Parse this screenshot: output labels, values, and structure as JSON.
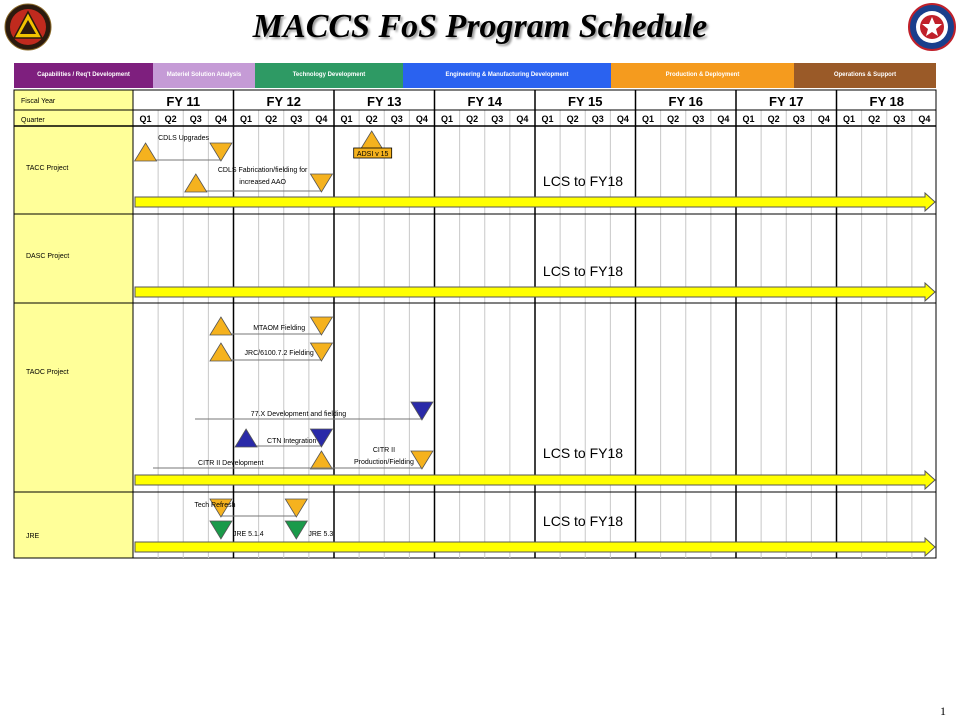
{
  "title": "MACCS FoS Program Schedule",
  "slide_number": "1",
  "logos": [
    {
      "name": "left-seal",
      "colors": [
        "#2b1a0e",
        "#f2c200",
        "#c02a1e"
      ]
    },
    {
      "name": "right-seal",
      "colors": [
        "#1a3f8c",
        "#c0202a",
        "#ffffff"
      ]
    }
  ],
  "phases": [
    {
      "label": "Capabilities / Req't Development",
      "color": "#7e1f7e"
    },
    {
      "label": "Materiel Solution Analysis",
      "color": "#c59bd6"
    },
    {
      "label": "Technology Development",
      "color": "#2e9a64"
    },
    {
      "label": "Engineering & Manufacturing Development",
      "color": "#2a62f0"
    },
    {
      "label": "Production & Deployment",
      "color": "#f59b1e"
    },
    {
      "label": "Operations & Support",
      "color": "#9a5a28"
    }
  ],
  "chart_data": {
    "type": "gantt",
    "row_header_labels": {
      "fiscal_year": "Fiscal Year",
      "quarter": "Quarter"
    },
    "fiscal_years": [
      "FY 11",
      "FY 12",
      "FY 13",
      "FY 14",
      "FY 15",
      "FY 16",
      "FY 17",
      "FY 18"
    ],
    "quarters": [
      "Q1",
      "Q2",
      "Q3",
      "Q4"
    ],
    "colors": {
      "orange": "#f5b21e",
      "blue": "#2a2aa8",
      "green": "#1a9a4a",
      "arrow": "#ffff00"
    },
    "projects": [
      {
        "name": "TACC Project",
        "lcs_label": "LCS to FY18",
        "milestones": [
          {
            "label": "CDLS Upgrades",
            "start": {
              "fy": "FY 11",
              "q": "Q1"
            },
            "end": {
              "fy": "FY 11",
              "q": "Q4"
            },
            "start_marker": "up",
            "end_marker": "down",
            "color": "orange"
          },
          {
            "label": "CDLS Fabrication/fielding  for increased AAO",
            "start": {
              "fy": "FY 11",
              "q": "Q3"
            },
            "end": {
              "fy": "FY 12",
              "q": "Q4"
            },
            "start_marker": "up",
            "end_marker": "down",
            "color": "orange"
          },
          {
            "label": "ADSI v 15",
            "start": {
              "fy": "FY 13",
              "q": "Q2"
            },
            "start_marker": "up",
            "color": "orange"
          }
        ]
      },
      {
        "name": "DASC Project",
        "lcs_label": "LCS to FY18",
        "milestones": []
      },
      {
        "name": "TAOC Project",
        "lcs_label": "LCS to FY18",
        "milestones": [
          {
            "label": "MTAOM Fielding",
            "start": {
              "fy": "FY 11",
              "q": "Q4"
            },
            "end": {
              "fy": "FY 12",
              "q": "Q4"
            },
            "start_marker": "up",
            "end_marker": "down",
            "color": "orange"
          },
          {
            "label": "JRC/6100.7.2 Fielding",
            "start": {
              "fy": "FY 11",
              "q": "Q4"
            },
            "end": {
              "fy": "FY 12",
              "q": "Q4"
            },
            "start_marker": "up",
            "end_marker": "down",
            "color": "orange"
          },
          {
            "label": "77.X Development and fielding",
            "end": {
              "fy": "FY 13",
              "q": "Q4"
            },
            "end_marker": "down",
            "color": "blue"
          },
          {
            "label": "CTN Integration",
            "start": {
              "fy": "FY 12",
              "q": "Q1"
            },
            "end": {
              "fy": "FY 12",
              "q": "Q4"
            },
            "start_marker": "up",
            "end_marker": "down",
            "color": "blue"
          },
          {
            "label": "CITR II Development",
            "end": {
              "fy": "FY 12",
              "q": "Q4"
            },
            "end_marker": "up",
            "color": "orange"
          },
          {
            "label": "CITR II Production/Fielding",
            "end": {
              "fy": "FY 13",
              "q": "Q4"
            },
            "end_marker": "down",
            "color": "orange"
          }
        ]
      },
      {
        "name": "JRE",
        "lcs_label": "LCS to FY18",
        "milestones": [
          {
            "label": "Tech Refresh",
            "start": {
              "fy": "FY 11",
              "q": "Q4"
            },
            "end": {
              "fy": "FY 12",
              "q": "Q3"
            },
            "start_marker": "down",
            "end_marker": "down",
            "color": "orange"
          },
          {
            "label": "JRE 5.1.4",
            "start": {
              "fy": "FY 11",
              "q": "Q4"
            },
            "start_marker": "down",
            "color": "green"
          },
          {
            "label": "JRE 5.3",
            "start": {
              "fy": "FY 12",
              "q": "Q3"
            },
            "start_marker": "down",
            "color": "green"
          }
        ]
      }
    ]
  }
}
